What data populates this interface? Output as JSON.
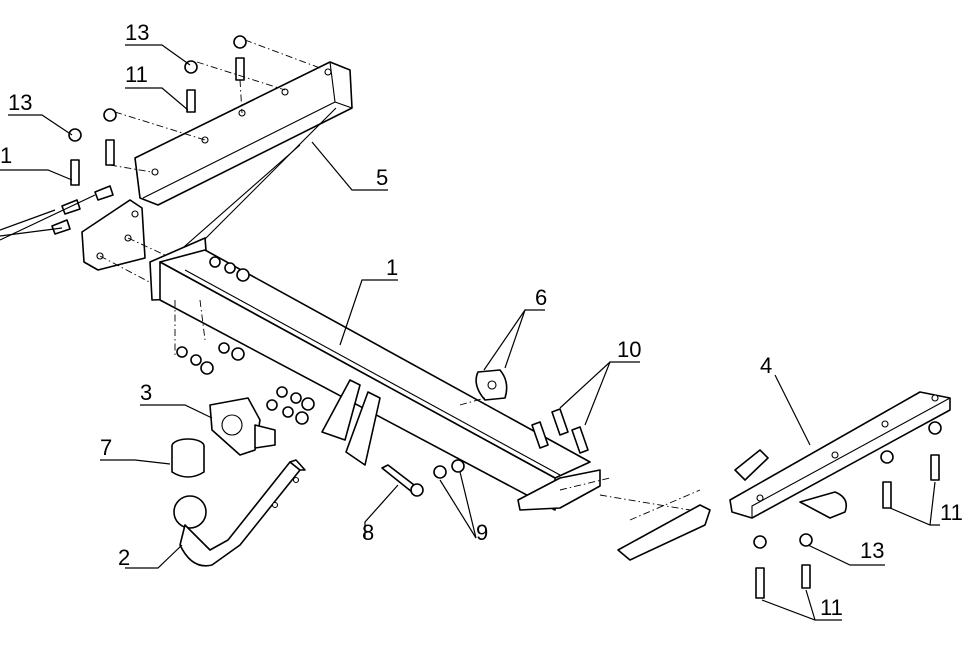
{
  "callouts": [
    {
      "id": "c13a",
      "label": "13"
    },
    {
      "id": "c11a",
      "label": "11"
    },
    {
      "id": "c13b",
      "label": "13"
    },
    {
      "id": "c1left",
      "label": "1"
    },
    {
      "id": "c5",
      "label": "5"
    },
    {
      "id": "c1",
      "label": "1"
    },
    {
      "id": "c6",
      "label": "6"
    },
    {
      "id": "c10",
      "label": "10"
    },
    {
      "id": "c4",
      "label": "4"
    },
    {
      "id": "c3",
      "label": "3"
    },
    {
      "id": "c7",
      "label": "7"
    },
    {
      "id": "c2",
      "label": "2"
    },
    {
      "id": "c8",
      "label": "8"
    },
    {
      "id": "c9",
      "label": "9"
    },
    {
      "id": "c11b",
      "label": "11"
    },
    {
      "id": "c13c",
      "label": "13"
    },
    {
      "id": "c11c",
      "label": "11"
    }
  ]
}
